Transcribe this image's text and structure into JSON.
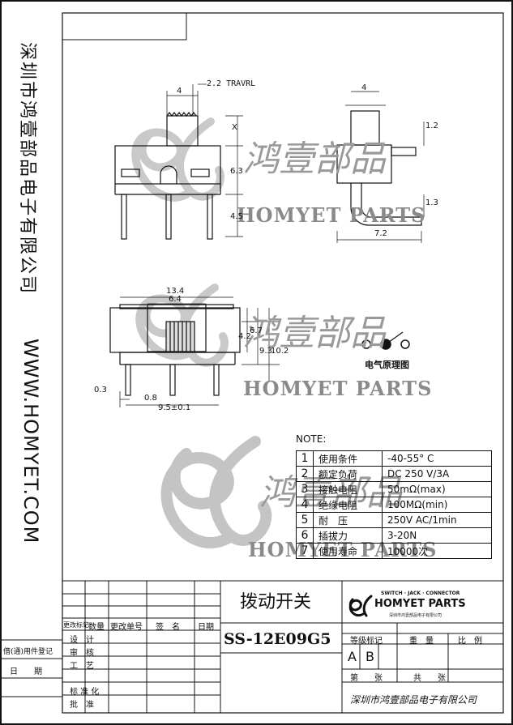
{
  "side": {
    "company_cn": "深圳市鸿壹部品电子有限公司",
    "website": "WWW.HOMYET.COM"
  },
  "watermark": {
    "brand_cn": "鸿壹部品",
    "brand_en": "HOMYET PARTS"
  },
  "drawing": {
    "travel_label": "2.2 TRAVRL",
    "dims_top_view": [
      "4",
      "X",
      "6.3",
      "4.5"
    ],
    "dims_side_view": [
      "4",
      "1.2",
      "1.3",
      "7.2"
    ],
    "dims_bottom_view": [
      "13.4",
      "6.4",
      "4.2",
      "6.7",
      "9.3",
      "10.2",
      "0.3",
      "0.8",
      "9.5±0.1"
    ],
    "circuit_label": "电气原理图"
  },
  "notes": {
    "title": "NOTE:",
    "rows": [
      {
        "num": "1",
        "key": "使用条件",
        "value": "-40-55° C"
      },
      {
        "num": "2",
        "key": "额定负荷",
        "value": "DC 250 V/3A"
      },
      {
        "num": "3",
        "key": "接触电阻",
        "value": "50mΩ(max)"
      },
      {
        "num": "4",
        "key": "绝缘电阻",
        "value": "100MΩ(min)"
      },
      {
        "num": "5",
        "key": "耐　压",
        "value": "250V AC/1min"
      },
      {
        "num": "6",
        "key": "插拔力",
        "value": "3-20N"
      },
      {
        "num": "7",
        "key": "使用寿命",
        "value": "10000次"
      }
    ]
  },
  "title_block": {
    "product_name": "拨动开关",
    "part_number": "SS-12E09G5",
    "logo_tagline": "SWITCH · JACK · CONNECTOR",
    "logo_name": "HOMYET PARTS",
    "logo_company_small": "深圳市鸿壹部品电子有限公司",
    "revision_headers": [
      "更改标记",
      "数量",
      "更改单号",
      "签　名",
      "日期"
    ],
    "left_labels": [
      "借(通)用件登记",
      "日　　期"
    ],
    "roles": [
      "设　计",
      "审　核",
      "工　艺",
      "标 准 化",
      "批　准"
    ],
    "grade_label": "等级标记",
    "weight_label": "重　量",
    "ratio_label": "比　例",
    "grade_a": "A",
    "grade_b": "B",
    "sheet_label": "第　　张",
    "total_label": "共　　张",
    "company_signature": "深圳市鸿壹部品电子有限公司"
  }
}
